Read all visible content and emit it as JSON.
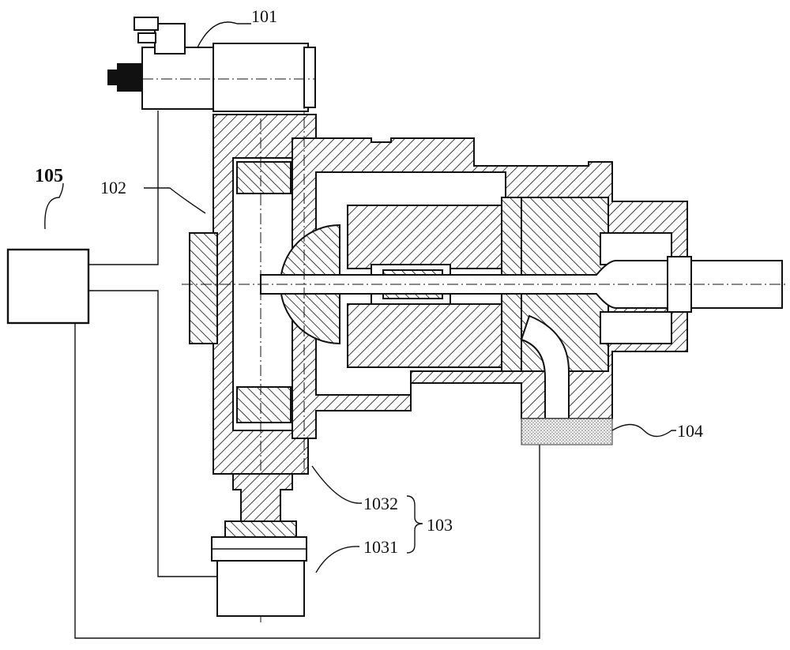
{
  "labels": {
    "l101": "101",
    "l102": "102",
    "l103": "103",
    "l1031": "1031",
    "l1032": "1032",
    "l104": "104",
    "l105": "105"
  }
}
